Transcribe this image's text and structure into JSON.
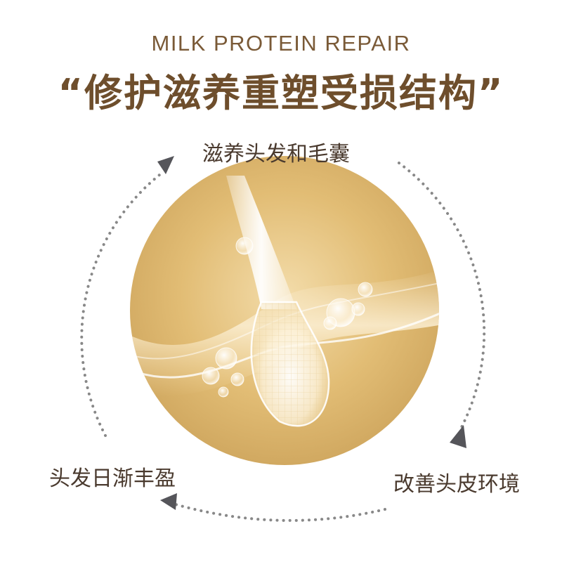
{
  "header": {
    "subtitle": "MILK PROTEIN REPAIR",
    "title": "“修护滋养重塑受损结构”"
  },
  "cycle": {
    "steps": [
      {
        "label": "滋养头发和毛囊"
      },
      {
        "label": "改善头皮环境"
      },
      {
        "label": "头发日渐丰盈"
      }
    ]
  },
  "colors": {
    "brand_brown": "#7a5a37",
    "circle_gold": "#d9b36a",
    "arrow_gray": "#55555a",
    "dots_gray": "#888888"
  }
}
